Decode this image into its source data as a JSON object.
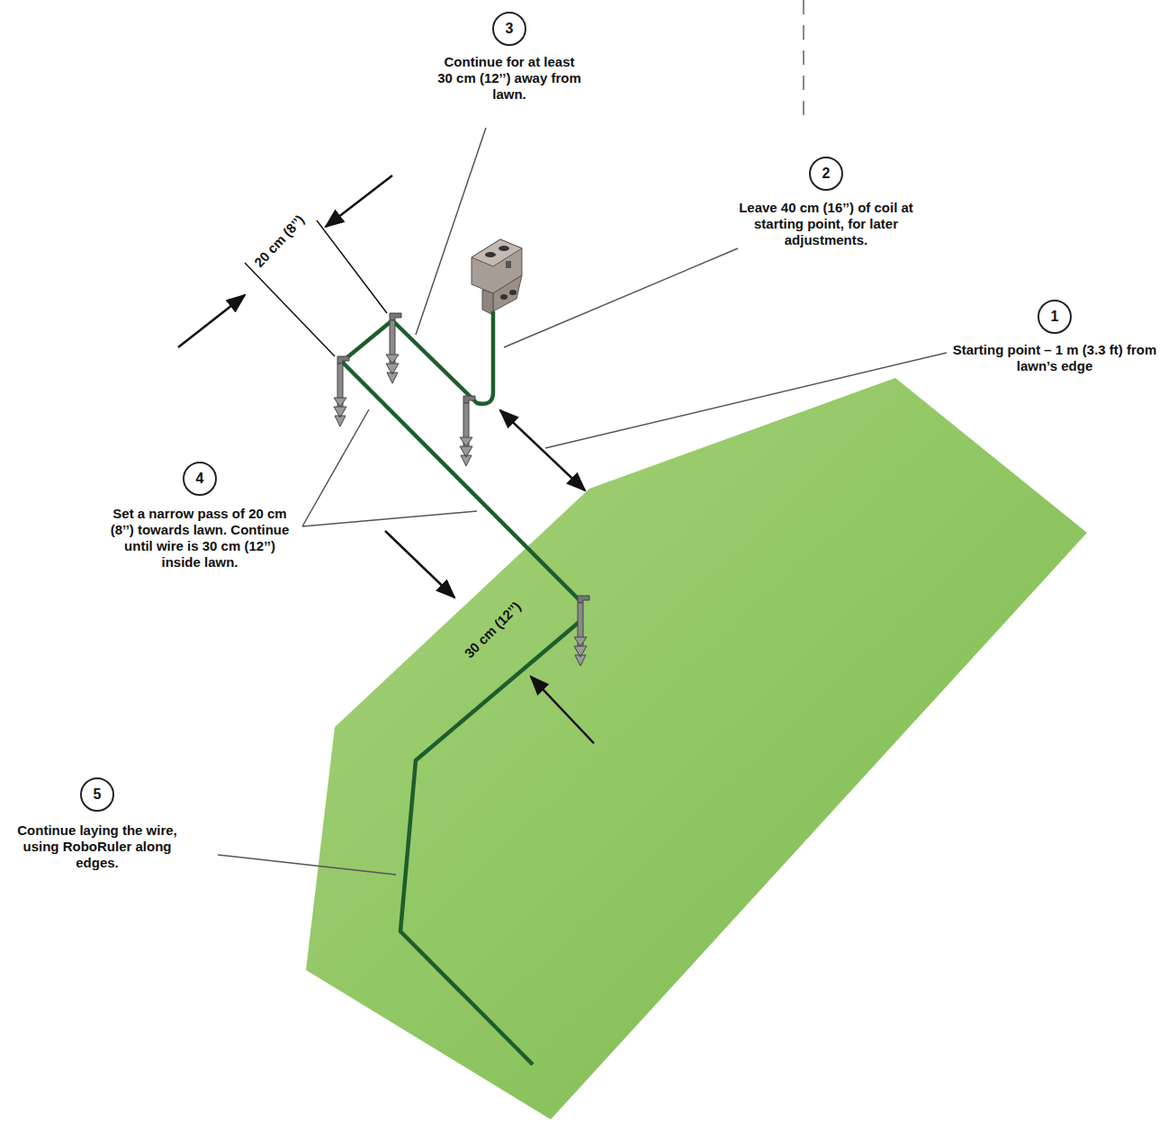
{
  "diagram": {
    "nodes": [
      {
        "text": [
          "3"
        ]
      },
      {
        "text": [
          "2"
        ]
      },
      {
        "text": [
          "1"
        ]
      },
      {
        "text": [
          "4"
        ]
      },
      {
        "text": [
          "5"
        ]
      }
    ],
    "labels": [
      "Continue for at least 30 cm (12’’) away from lawn.",
      "Leave 40 cm (16’’) of coil at starting point, for later adjustments.",
      "Starting point – 1 m (3.3 ft) from lawn’s edge",
      "Set a narrow pass of 20 cm (8’’) towards lawn. Continue until wire is 30 cm (12’’) inside lawn.",
      "Continue laying the wire, using RoboRuler along edges.",
      "20 cm (8’’)",
      "30 cm (12’’)"
    ]
  }
}
